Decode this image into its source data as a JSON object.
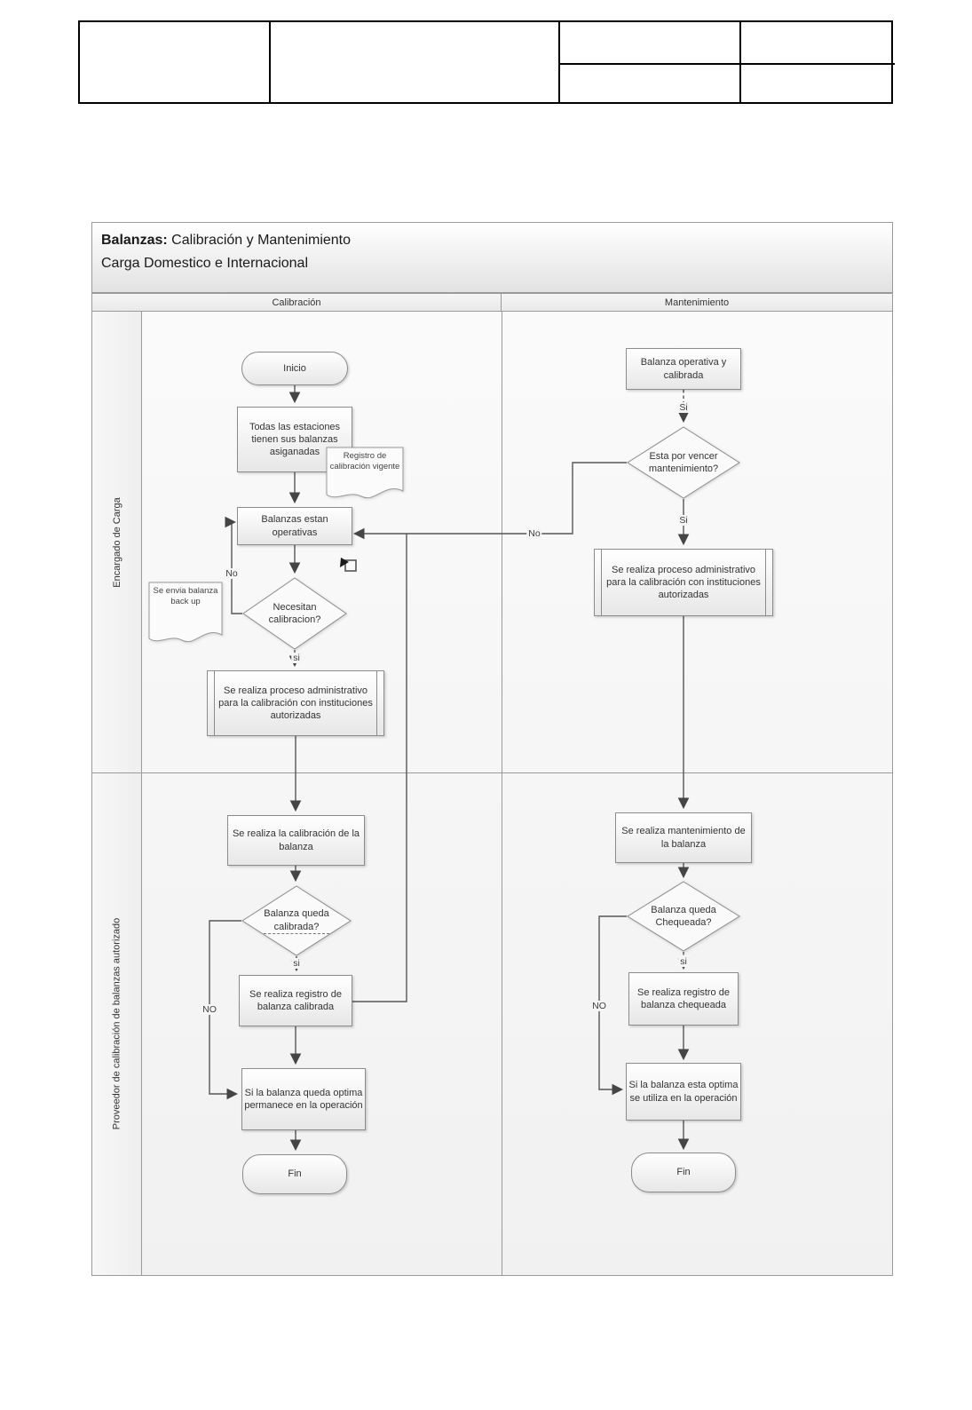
{
  "diagram": {
    "title": {
      "bold": "Balanzas:",
      "rest": " Calibración y Mantenimiento"
    },
    "subtitle": "Carga Domestico e Internacional",
    "columns": [
      "Calibración",
      "Mantenimiento"
    ],
    "rows": [
      "Encargado de Carga",
      "Proveedor de calibración de balanzas autorizado"
    ],
    "calibracion": {
      "inicio": "Inicio",
      "estaciones": "Todas las estaciones tienen sus balanzas asiganadas",
      "nota_registro": "Registro de calibración vigente",
      "operativas": "Balanzas estan operativas",
      "nota_backup": "Se envia balanza back up",
      "dec_necesitan": {
        "l1": "Necesitan",
        "l2": "calibracion?"
      },
      "proceso_admin": "Se realiza proceso administrativo para la calibración con instituciones autorizadas",
      "realiza_calibracion": "Se realiza la calibración de la balanza",
      "dec_calibrada": {
        "l1": "Balanza queda",
        "l2": "calibrada?"
      },
      "registro_calibrada": "Se realiza registro de balanza calibrada",
      "optima_permanece": "Si la balanza queda optima permanece en la operación",
      "fin": "Fin"
    },
    "mantenimiento": {
      "operativa_calibrada": "Balanza operativa y calibrada",
      "dec_vencer": {
        "l1": "Esta por vencer",
        "l2": "mantenimiento?"
      },
      "proceso_admin": "Se realiza proceso administrativo para la calibración con instituciones autorizadas",
      "realiza_mantenimiento": "Se realiza mantenimiento de la balanza",
      "dec_chequeada": {
        "l1": "Balanza queda",
        "l2": "Chequeada?"
      },
      "registro_chequeada": "Se realiza registro de balanza chequeada",
      "optima_utiliza": "Si la balanza esta optima se utiliza en la operación",
      "fin": "Fin"
    },
    "labels": {
      "no_left": "No",
      "si_necesitan": "si",
      "no_cross": "No",
      "si_operativa": "Si",
      "si_vencer": "Si",
      "si_calibrada": "si",
      "no_calibrada": "NO",
      "si_chequeada": "si",
      "no_chequeada": "NO"
    }
  }
}
